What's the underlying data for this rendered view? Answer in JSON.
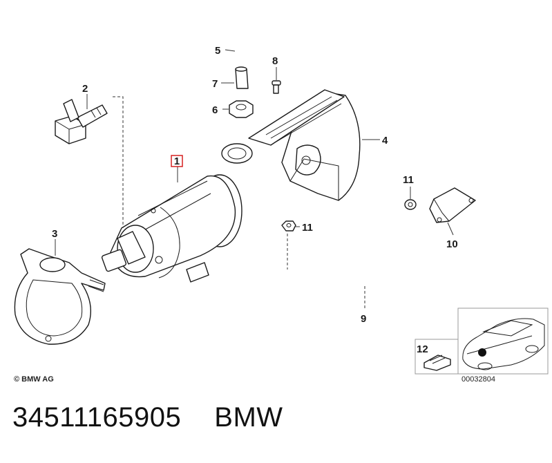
{
  "diagram": {
    "parts": [
      {
        "id": "p1",
        "label": "1",
        "highlighted": true
      },
      {
        "id": "p2",
        "label": "2"
      },
      {
        "id": "p3",
        "label": "3"
      },
      {
        "id": "p4",
        "label": "4"
      },
      {
        "id": "p5",
        "label": "5"
      },
      {
        "id": "p6",
        "label": "6"
      },
      {
        "id": "p7",
        "label": "7"
      },
      {
        "id": "p8",
        "label": "8"
      },
      {
        "id": "p9",
        "label": "9"
      },
      {
        "id": "p10",
        "label": "10"
      },
      {
        "id": "p11a",
        "label": "11"
      },
      {
        "id": "p11b",
        "label": "11"
      },
      {
        "id": "p12",
        "label": "12"
      }
    ],
    "highlight_color": "#d62020",
    "copyright": "© BMW AG",
    "inset_code": "00032804"
  },
  "footer": {
    "part_number": "34511165905",
    "brand": "BMW"
  }
}
